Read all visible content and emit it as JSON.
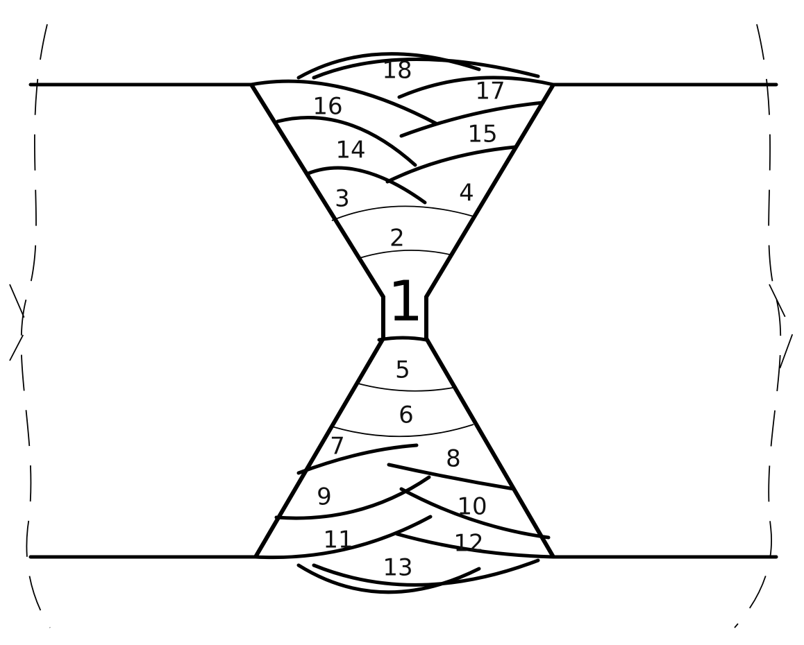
{
  "passes": [
    "1",
    "2",
    "3",
    "4",
    "5",
    "6",
    "7",
    "8",
    "9",
    "10",
    "11",
    "12",
    "13",
    "14",
    "15",
    "16",
    "17",
    "18"
  ]
}
